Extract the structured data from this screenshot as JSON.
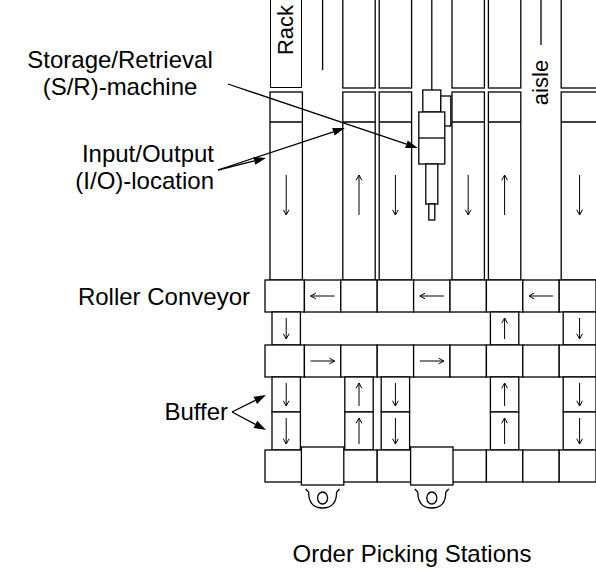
{
  "diagram": {
    "nodes": [
      {
        "text": [
          "Rack"
        ]
      }
    ],
    "edges": [],
    "labels": [
      "Storage/Retrieval (S/R)-machine",
      "Input/Output (I/O)-location",
      "Roller Conveyor",
      "Buffer",
      "Order Picking Stations",
      "aisle"
    ]
  }
}
